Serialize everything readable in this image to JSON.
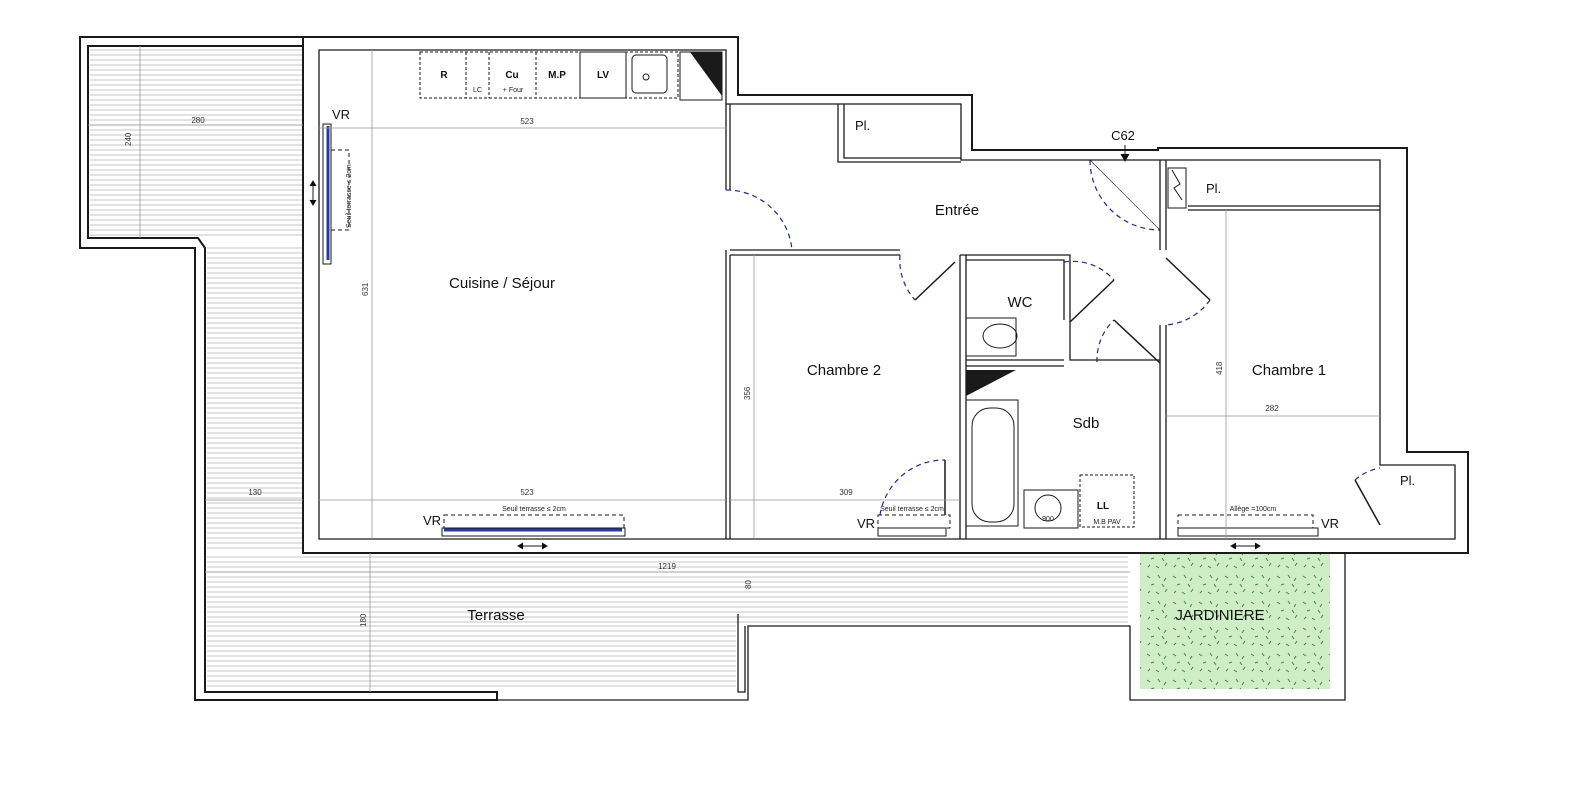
{
  "rooms": {
    "sejour": "Cuisine / Séjour",
    "entree": "Entrée",
    "chambre2": "Chambre 2",
    "chambre1": "Chambre 1",
    "wc": "WC",
    "sdb": "Sdb",
    "terrasse": "Terrasse",
    "jardiniere": "JARDINIERE"
  },
  "labels": {
    "placard_entree": "Pl.",
    "placard_ch1": "Pl.",
    "placard_ch1_b": "Pl.",
    "gaine": "C62",
    "vr_sejour_left": "VR",
    "vr_sejour_bottom": "VR",
    "vr_ch2": "VR",
    "vr_ch1": "VR",
    "seuil_left": "Seuil terrasse ≤ 2cm",
    "seuil_bottom": "Seuil terrasse ≤ 2cm",
    "seuil_ch2": "Seuil terrasse ≤ 2cm",
    "allege": "Allège =100cm"
  },
  "kitchen": {
    "r": "R",
    "lc": "LC",
    "cu": "Cu",
    "four": "+ Four",
    "mp": "M.P",
    "lv": "LV"
  },
  "laundry": {
    "ll": "LL",
    "mbpav": "M.B PAV",
    "vmc": "900"
  },
  "dimensions": {
    "d280": "280",
    "d240": "240",
    "d523_top": "523",
    "d631": "631",
    "d523_bottom": "523",
    "d130": "130",
    "d356": "356",
    "d309": "309",
    "d1219": "1219",
    "d80": "80",
    "d180": "180",
    "d418": "418",
    "d282": "282"
  }
}
